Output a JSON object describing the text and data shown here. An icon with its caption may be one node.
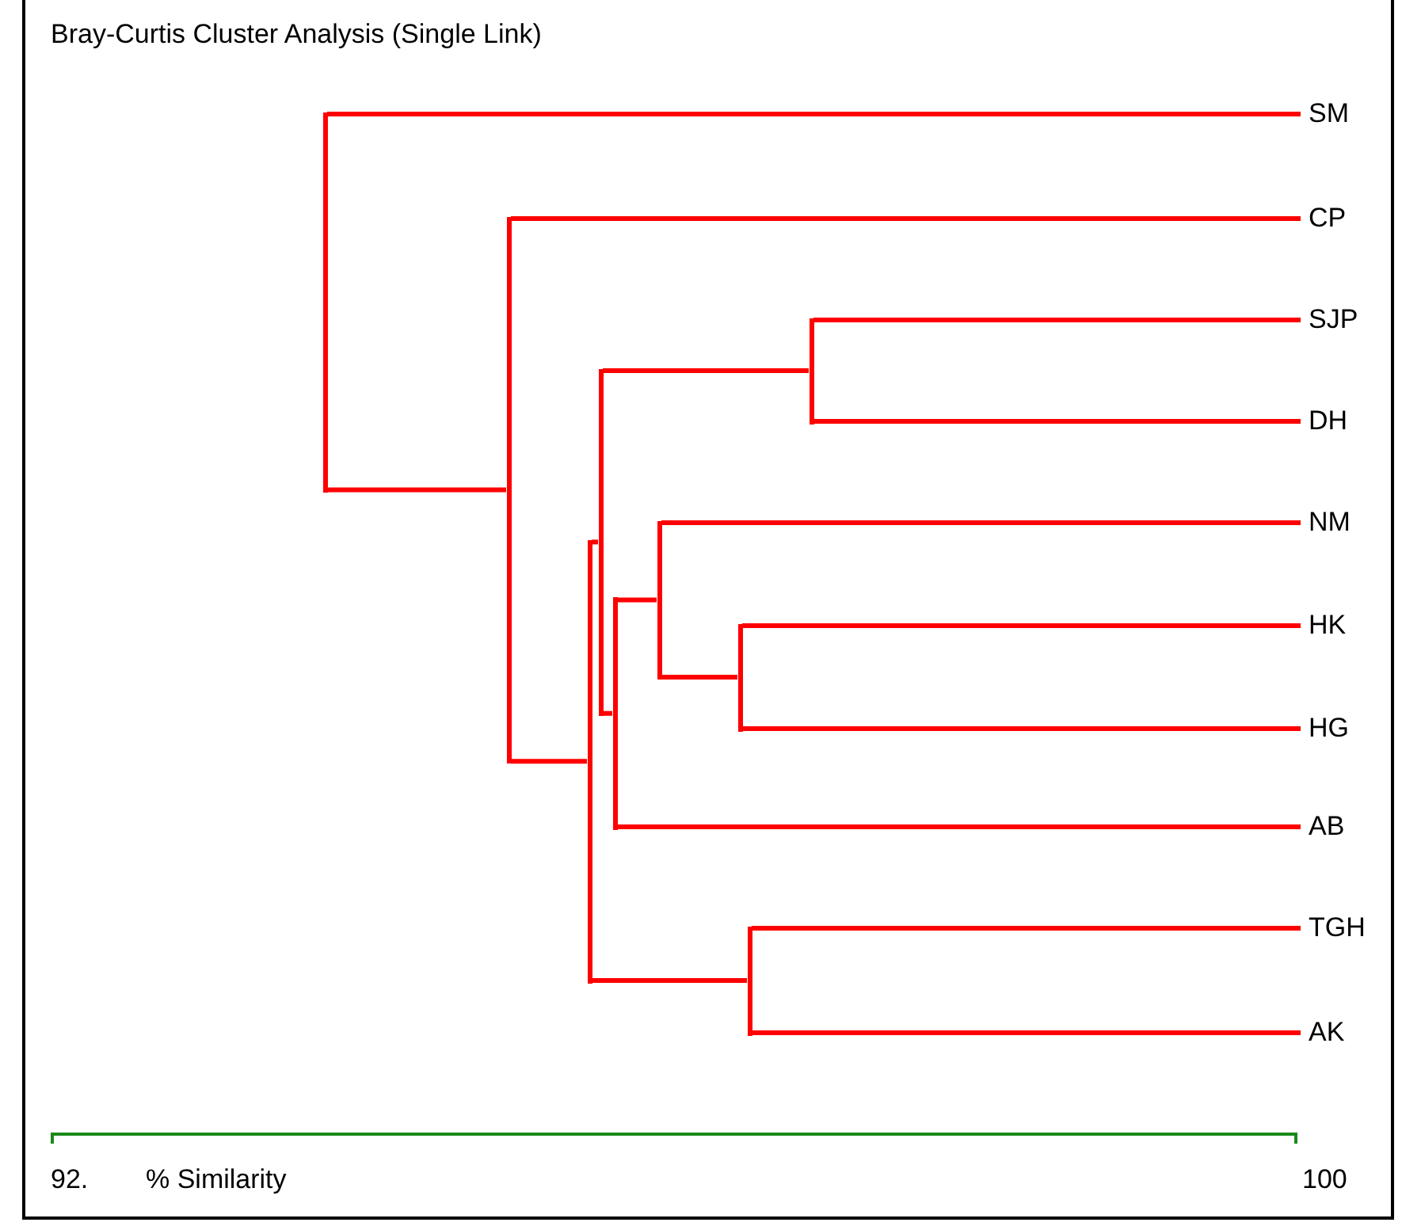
{
  "diagram": {
    "title": "Bray-Curtis Cluster Analysis (Single Link)",
    "nodes": [
      {
        "text": [
          "SM"
        ]
      },
      {
        "text": [
          "CP"
        ]
      },
      {
        "text": [
          "SJP"
        ]
      },
      {
        "text": [
          "DH"
        ]
      },
      {
        "text": [
          "NM"
        ]
      },
      {
        "text": [
          "HK"
        ]
      },
      {
        "text": [
          "HG"
        ]
      },
      {
        "text": [
          "AB"
        ]
      },
      {
        "text": [
          "TGH"
        ]
      },
      {
        "text": [
          "AK"
        ]
      },
      {
        "text": [],
        "shape": "bar"
      },
      {
        "text": [],
        "shape": "bar"
      },
      {
        "text": [],
        "shape": "bar"
      },
      {
        "text": [],
        "shape": "bar"
      },
      {
        "text": [],
        "shape": "bar"
      },
      {
        "text": [],
        "shape": "bar"
      },
      {
        "text": [],
        "shape": "bar"
      },
      {
        "text": [],
        "shape": "bar"
      },
      {
        "text": [],
        "shape": "bar"
      }
    ],
    "edges": [
      {
        "from": 10,
        "to": 0,
        "arrow": "none"
      },
      {
        "from": 10,
        "to": 11,
        "arrow": "none"
      },
      {
        "from": 11,
        "to": 1,
        "arrow": "none"
      },
      {
        "from": 11,
        "to": 12,
        "arrow": "none"
      },
      {
        "from": 12,
        "to": 13,
        "arrow": "none"
      },
      {
        "from": 12,
        "to": 17,
        "arrow": "none"
      },
      {
        "from": 13,
        "to": 18,
        "arrow": "none"
      },
      {
        "from": 13,
        "to": 14,
        "arrow": "none"
      },
      {
        "from": 14,
        "to": 15,
        "arrow": "none"
      },
      {
        "from": 14,
        "to": 7,
        "arrow": "none"
      },
      {
        "from": 15,
        "to": 4,
        "arrow": "none"
      },
      {
        "from": 15,
        "to": 16,
        "arrow": "none"
      },
      {
        "from": 16,
        "to": 5,
        "arrow": "none"
      },
      {
        "from": 16,
        "to": 6,
        "arrow": "none"
      },
      {
        "from": 17,
        "to": 8,
        "arrow": "none"
      },
      {
        "from": 17,
        "to": 9,
        "arrow": "none"
      },
      {
        "from": 18,
        "to": 2,
        "arrow": "none"
      },
      {
        "from": 18,
        "to": 3,
        "arrow": "none"
      }
    ],
    "labels": [
      "92.",
      "% Similarity",
      "100"
    ]
  }
}
